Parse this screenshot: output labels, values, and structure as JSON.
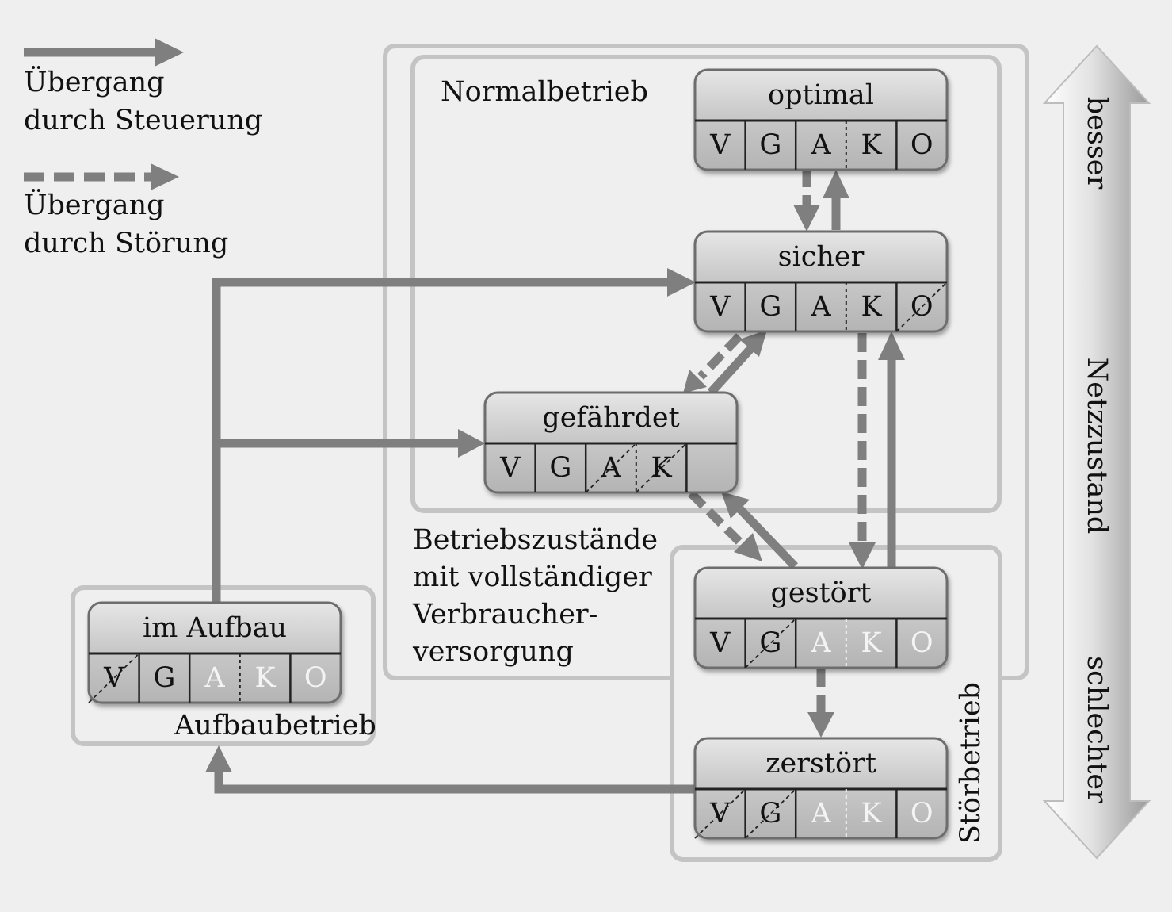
{
  "legend": {
    "control_line1": "Übergang",
    "control_line2": "durch Steuerung",
    "fault_line1": "Übergang",
    "fault_line2": "durch Störung"
  },
  "groups": {
    "normal": "Normalbetrieb",
    "complete_supply": [
      "Betriebszustände",
      "mit vollständiger",
      "Verbraucher-",
      "versorgung"
    ],
    "setup": "Aufbaubetrieb",
    "fault": "Störbetrieb"
  },
  "scale": {
    "better": "besser",
    "axis": "Netzzustand",
    "worse": "schlechter"
  },
  "cell_labels": [
    "V",
    "G",
    "A",
    "K",
    "O"
  ],
  "states": {
    "optimal": {
      "name": "optimal"
    },
    "sicher": {
      "name": "sicher"
    },
    "gefaehrdet": {
      "name": "gefährdet"
    },
    "gestoert": {
      "name": "gestört"
    },
    "zerstoert": {
      "name": "zerstört"
    },
    "im_aufbau": {
      "name": "im Aufbau"
    }
  },
  "colors": {
    "box_fill": "#c9c9c9",
    "arrow": "#7f7f7f",
    "group_border": "#c4c4c4",
    "background": "#efefef"
  }
}
